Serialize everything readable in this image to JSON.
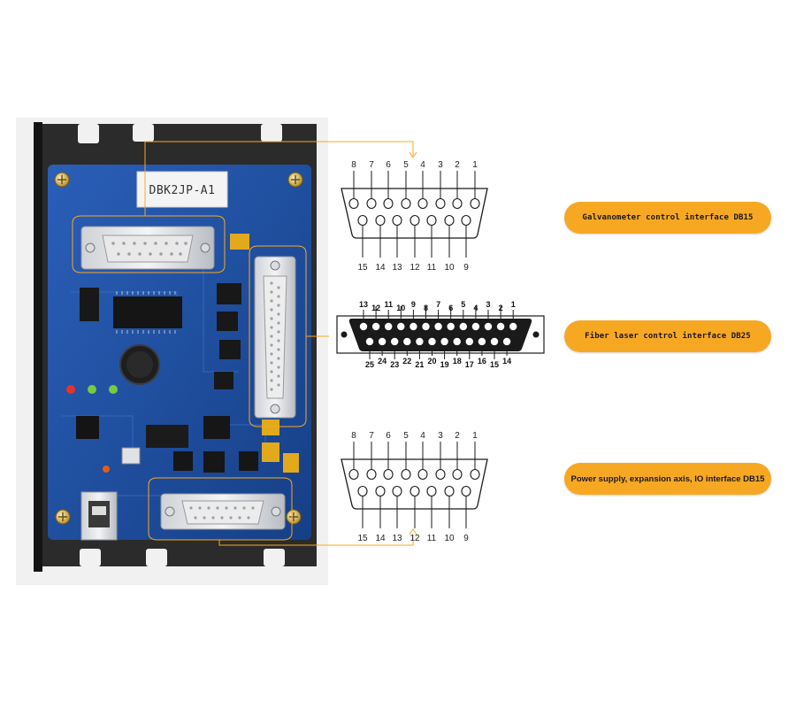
{
  "board": {
    "model_label": "DBK2JP-A1"
  },
  "connectors": {
    "db15_top": {
      "top_pins": [
        "8",
        "7",
        "6",
        "5",
        "4",
        "3",
        "2",
        "1"
      ],
      "bottom_pins": [
        "15",
        "14",
        "13",
        "12",
        "11",
        "10",
        "9"
      ]
    },
    "db25": {
      "top_pins": [
        "13",
        "12",
        "11",
        "10",
        "9",
        "8",
        "7",
        "6",
        "5",
        "4",
        "3",
        "2",
        "1"
      ],
      "bottom_pins": [
        "25",
        "24",
        "23",
        "22",
        "21",
        "20",
        "19",
        "18",
        "17",
        "16",
        "15",
        "14"
      ]
    },
    "db15_bottom": {
      "top_pins": [
        "8",
        "7",
        "6",
        "5",
        "4",
        "3",
        "2",
        "1"
      ],
      "bottom_pins": [
        "15",
        "14",
        "13",
        "12",
        "11",
        "10",
        "9"
      ]
    }
  },
  "labels": {
    "galvo": "Galvanometer control interface DB15",
    "fiber": "Fiber laser control interface DB25",
    "power": "Power supply, expansion axis, IO interface DB15"
  },
  "colors": {
    "accent": "#f7a823",
    "pcb": "#1c4fa0",
    "enclosure": "#2b2b2b"
  }
}
